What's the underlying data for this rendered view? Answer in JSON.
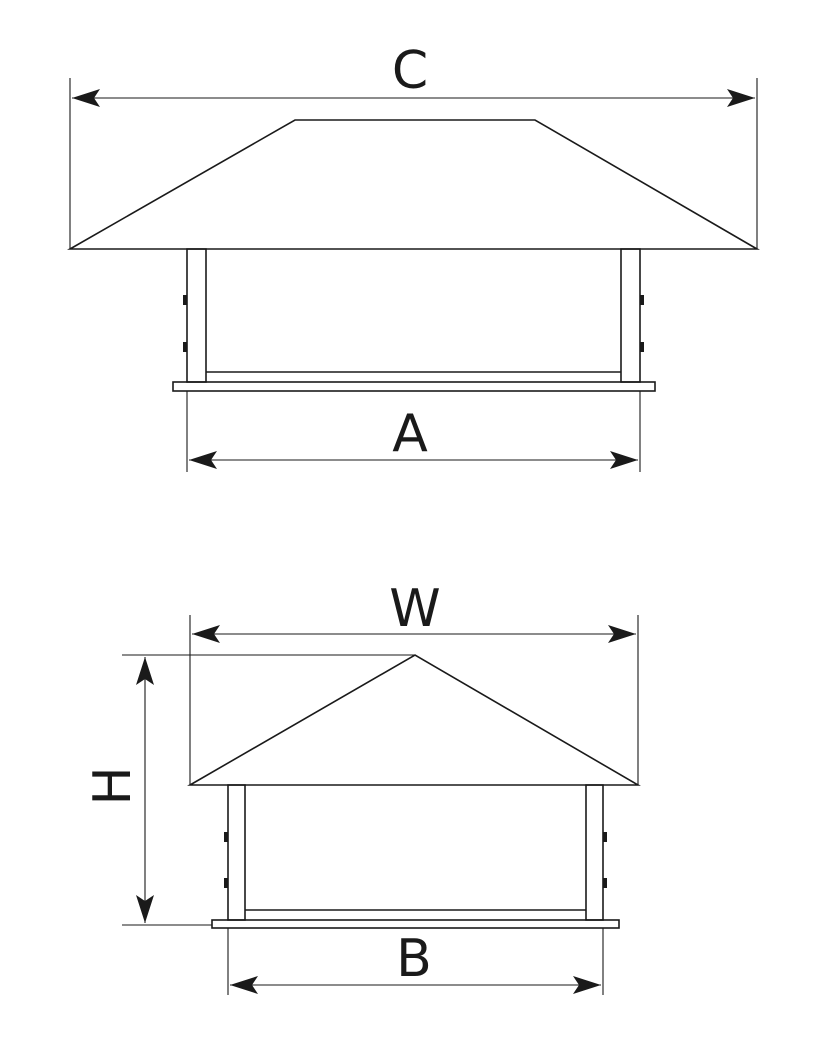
{
  "labels": {
    "c": "C",
    "a": "A",
    "w": "W",
    "h": "H",
    "b": "B"
  },
  "colors": {
    "line": "#1a1a1a",
    "background": "#ffffff"
  }
}
